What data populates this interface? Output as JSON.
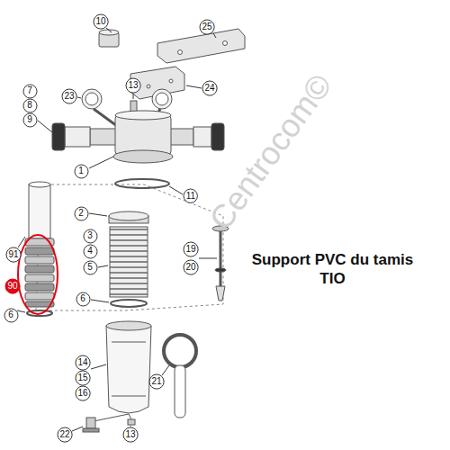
{
  "diagram": {
    "nodes": [
      {
        "text": [
          "10"
        ]
      },
      {
        "text": [
          "25"
        ]
      },
      {
        "text": [
          "7"
        ]
      },
      {
        "text": [
          "8"
        ]
      },
      {
        "text": [
          "9"
        ]
      },
      {
        "text": [
          "23"
        ]
      },
      {
        "text": [
          "13"
        ]
      },
      {
        "text": [
          "24"
        ]
      },
      {
        "text": [
          "1"
        ]
      },
      {
        "text": [
          "11"
        ]
      },
      {
        "text": [
          "2"
        ]
      },
      {
        "text": [
          "3"
        ]
      },
      {
        "text": [
          "4"
        ]
      },
      {
        "text": [
          "5"
        ]
      },
      {
        "text": [
          "19"
        ]
      },
      {
        "text": [
          "20"
        ]
      },
      {
        "text": [
          "91"
        ]
      },
      {
        "text": [
          "90"
        ]
      },
      {
        "text": [
          "6"
        ]
      },
      {
        "text": [
          "6"
        ]
      },
      {
        "text": [
          "14"
        ]
      },
      {
        "text": [
          "15"
        ]
      },
      {
        "text": [
          "16"
        ]
      },
      {
        "text": [
          "21"
        ]
      },
      {
        "text": [
          "22"
        ]
      },
      {
        "text": [
          "13"
        ]
      }
    ],
    "labels": [
      "Support PVC du tamis TIO",
      "Centrocom©"
    ]
  }
}
